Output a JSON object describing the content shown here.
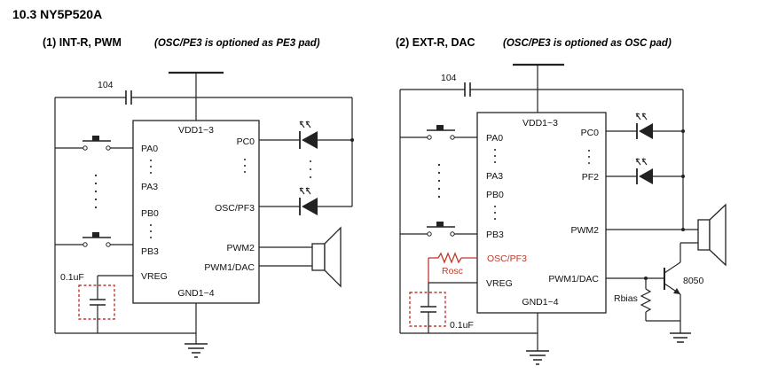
{
  "section_title": "10.3 NY5P520A",
  "left": {
    "heading": "(1)  INT-R, PWM",
    "note": "(OSC/PE3 is optioned as PE3 pad)",
    "cap_top": "104",
    "vdd": "VDD1~3",
    "gnd": "GND1~4",
    "pins_left": [
      "PA0",
      "PA3",
      "PB0",
      "PB3"
    ],
    "vreg": "VREG",
    "pins_right": [
      "PC0",
      "OSC/PF3",
      "PWM2",
      "PWM1/DAC"
    ],
    "cap_vreg": "0.1uF"
  },
  "right": {
    "heading": "(2)  EXT-R, DAC",
    "note": "(OSC/PE3 is optioned as OSC pad)",
    "cap_top": "104",
    "vdd": "VDD1~3",
    "gnd": "GND1~4",
    "pins_left": [
      "PA0",
      "PA3",
      "PB0",
      "PB3",
      "OSC/PF3"
    ],
    "vreg": "VREG",
    "pins_right": [
      "PC0",
      "PF2",
      "PWM2",
      "PWM1/DAC"
    ],
    "rosc": "Rosc",
    "rbias": "Rbias",
    "transistor": "8050",
    "cap_vreg": "0.1uF"
  },
  "colors": {
    "wire": "#222222",
    "accent_red": "#c0392b"
  }
}
